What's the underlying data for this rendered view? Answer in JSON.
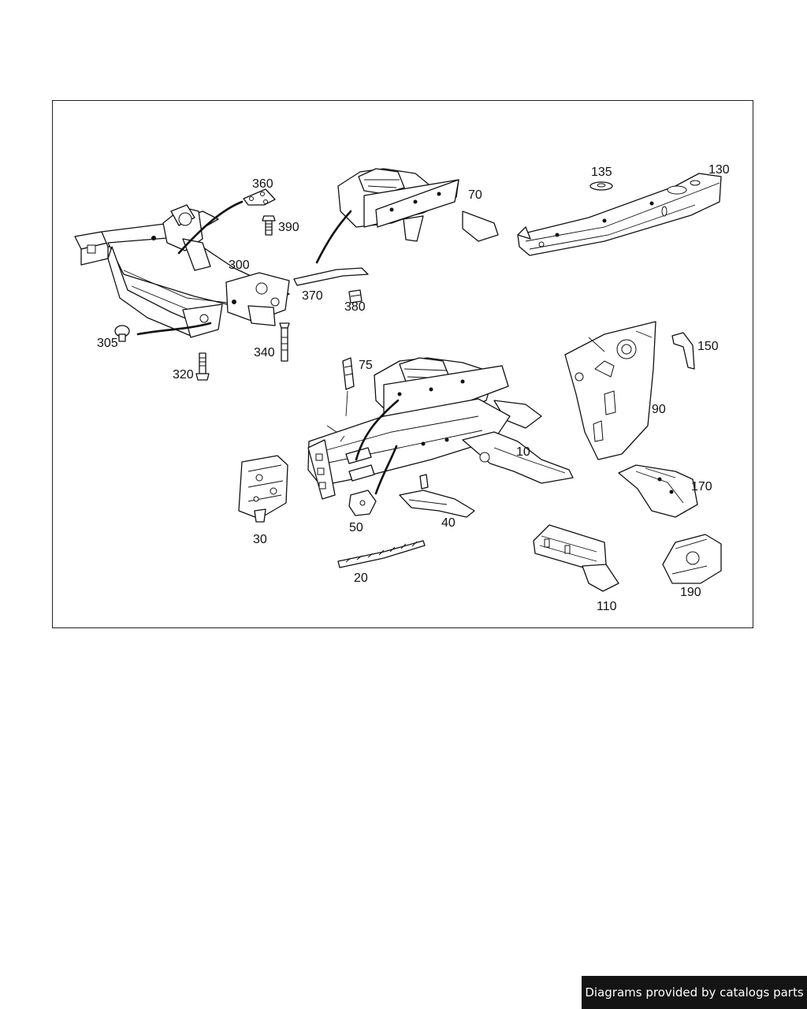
{
  "labels": {
    "p10": "10",
    "p20": "20",
    "p30": "30",
    "p40": "40",
    "p50": "50",
    "p70": "70",
    "p75": "75",
    "p90": "90",
    "p110": "110",
    "p130": "130",
    "p135": "135",
    "p150": "150",
    "p170": "170",
    "p190": "190",
    "p300": "300",
    "p305": "305",
    "p320": "320",
    "p340": "340",
    "p360": "360",
    "p370": "370",
    "p380": "380",
    "p390": "390"
  },
  "footer": {
    "credit": "Diagrams provided by catalogs parts"
  },
  "colors": {
    "line": "#111111",
    "background": "#ffffff",
    "credit_bg": "#141414"
  }
}
